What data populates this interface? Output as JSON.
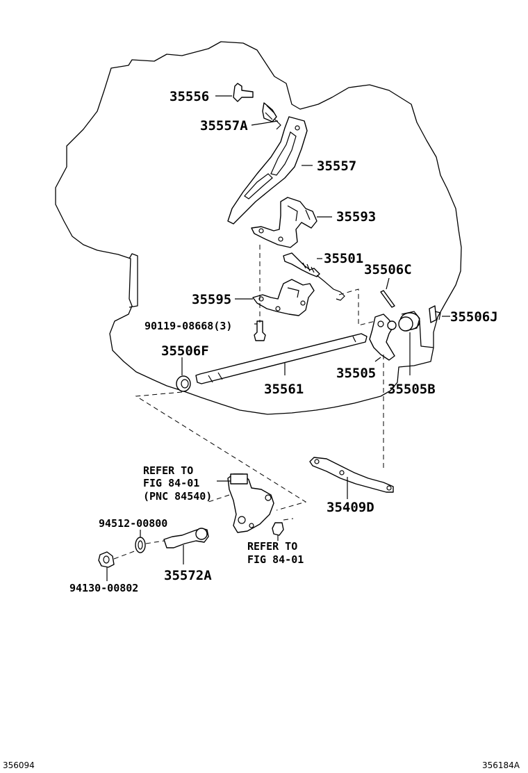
{
  "labels": {
    "p35556": "35556",
    "p35557A": "35557A",
    "p35557": "35557",
    "p35593": "35593",
    "p35501": "35501",
    "p35506C": "35506C",
    "p35595": "35595",
    "p35506J": "35506J",
    "p90119": "90119-08668(3)",
    "p35506F": "35506F",
    "p35505": "35505",
    "p35561": "35561",
    "p35505B": "35505B",
    "refer1_line1": "REFER TO",
    "refer1_line2": "FIG 84-01",
    "refer1_line3": "(PNC 84540)",
    "p35409D": "35409D",
    "p94512": "94512-00800",
    "refer2_line1": "REFER TO",
    "refer2_line2": "FIG 84-01",
    "p35572A": "35572A",
    "p94130": "94130-00802"
  },
  "footer": {
    "left_code": "356094",
    "right_code": "356184A"
  }
}
